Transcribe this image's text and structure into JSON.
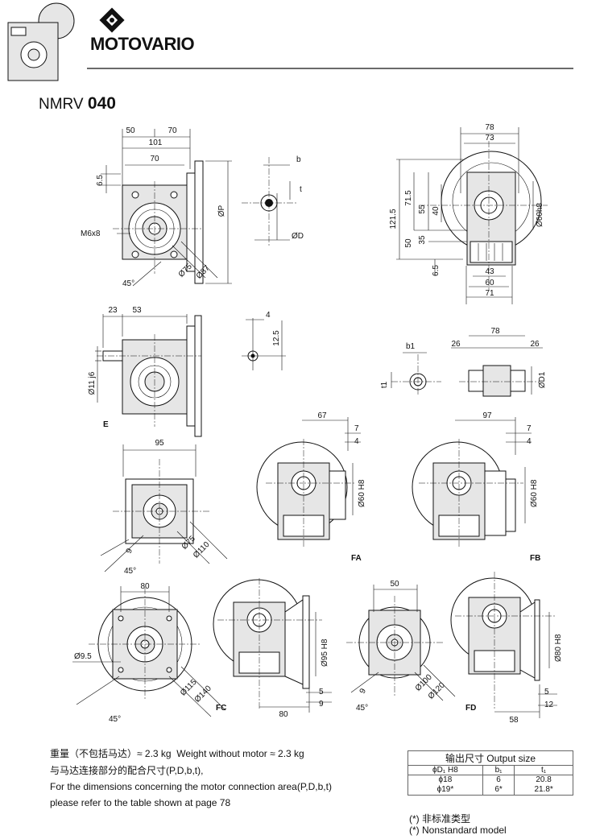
{
  "header": {
    "brand": "MOTOVARIO",
    "model_prefix": "NMRV",
    "model_number": "040"
  },
  "dims": {
    "top_left": [
      "50",
      "70",
      "101",
      "70",
      "6.5",
      "M6x8",
      "ØP",
      "45°",
      "Ø75",
      "Ø87"
    ],
    "shaft": [
      "b",
      "t",
      "ØD"
    ],
    "top_right": [
      "78",
      "73",
      "121.5",
      "71.5",
      "55",
      "40",
      "50",
      "35",
      "6.5",
      "43",
      "60",
      "71",
      "Ø60h8"
    ],
    "e_view": [
      "23",
      "53",
      "Ø11 j6"
    ],
    "key": [
      "4",
      "12.5"
    ],
    "hollow": [
      "b1",
      "t1",
      "78",
      "26",
      "26",
      "ØD1"
    ],
    "fa": [
      "67",
      "7",
      "4",
      "Ø60 H8"
    ],
    "fb": [
      "97",
      "7",
      "4",
      "Ø60 H8"
    ],
    "fa_front": [
      "95",
      "9",
      "45°",
      "Ø75",
      "Ø110"
    ],
    "fc_front": [
      "80",
      "Ø9.5",
      "45°",
      "Ø115",
      "Ø140"
    ],
    "fc": [
      "Ø95 H8",
      "5",
      "9",
      "80"
    ],
    "fd_front": [
      "50",
      "9",
      "45°",
      "Ø100",
      "Ø120"
    ],
    "fd": [
      "Ø80 H8",
      "5",
      "12",
      "58"
    ]
  },
  "labels": {
    "e": "E",
    "fa": "FA",
    "fb": "FB",
    "fc": "FC",
    "fd": "FD"
  },
  "weight": {
    "zh": "重量（不包括马达）≈ 2.3 kg",
    "en": "Weight without motor  ≈ 2.3 kg",
    "zh2": "与马达连接部分的配合尺寸(P,D,b,t),",
    "en2": "For the dimensions concerning the motor connection area(P,D,b,t)",
    "en3": "please refer to the table shown at page 78"
  },
  "output_table": {
    "title": "输出尺寸 Output size",
    "headers": [
      "ϕD₁ H8",
      "b₁",
      "t₁"
    ],
    "rows": [
      [
        "ϕ18\nϕ19*",
        "6\n6*",
        "20.8\n21.8*"
      ]
    ]
  },
  "notes": [
    "(*) 非标准类型",
    "(*) Nonstandard model"
  ]
}
